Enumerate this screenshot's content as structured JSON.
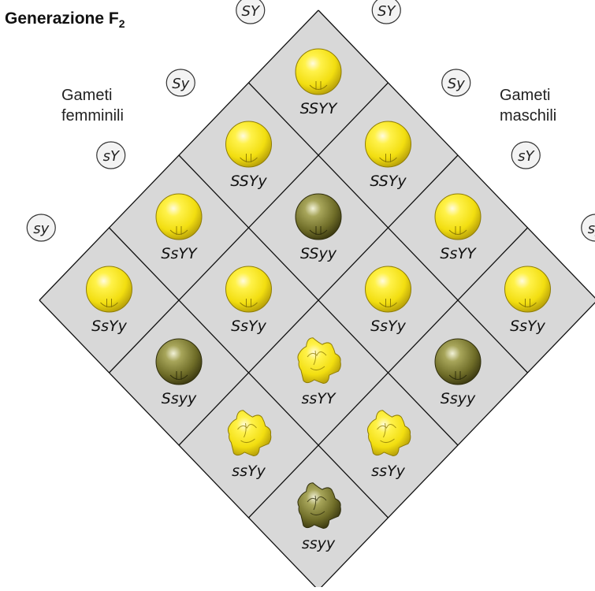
{
  "title": {
    "text": "Generazione F",
    "subscript": "2"
  },
  "labels": {
    "female": [
      "Gameti",
      "femminili"
    ],
    "male": [
      "Gameti",
      "maschili"
    ]
  },
  "gametes": {
    "female": [
      "SY",
      "Sy",
      "sY",
      "sy"
    ],
    "male": [
      "SY",
      "Sy",
      "sY",
      "sy"
    ]
  },
  "colors": {
    "yellow": "#f5e61a",
    "green": "#7b7a2e",
    "cell_fill": "#d8d8d8",
    "grid_line": "#111111"
  },
  "cells": [
    {
      "genotype": "SSYY",
      "color": "yellow",
      "shape": "round"
    },
    {
      "genotype": "SSYy",
      "color": "yellow",
      "shape": "round"
    },
    {
      "genotype": "SsYY",
      "color": "yellow",
      "shape": "round"
    },
    {
      "genotype": "SsYy",
      "color": "yellow",
      "shape": "round"
    },
    {
      "genotype": "SSYy",
      "color": "yellow",
      "shape": "round"
    },
    {
      "genotype": "SSyy",
      "color": "green",
      "shape": "round"
    },
    {
      "genotype": "SsYy",
      "color": "yellow",
      "shape": "round"
    },
    {
      "genotype": "Ssyy",
      "color": "green",
      "shape": "round"
    },
    {
      "genotype": "SsYY",
      "color": "yellow",
      "shape": "round"
    },
    {
      "genotype": "SsYy",
      "color": "yellow",
      "shape": "round"
    },
    {
      "genotype": "ssYY",
      "color": "yellow",
      "shape": "wrinkled"
    },
    {
      "genotype": "ssYy",
      "color": "yellow",
      "shape": "wrinkled"
    },
    {
      "genotype": "SsYy",
      "color": "yellow",
      "shape": "round"
    },
    {
      "genotype": "Ssyy",
      "color": "green",
      "shape": "round"
    },
    {
      "genotype": "ssYy",
      "color": "yellow",
      "shape": "wrinkled"
    },
    {
      "genotype": "ssyy",
      "color": "green",
      "shape": "wrinkled"
    }
  ]
}
